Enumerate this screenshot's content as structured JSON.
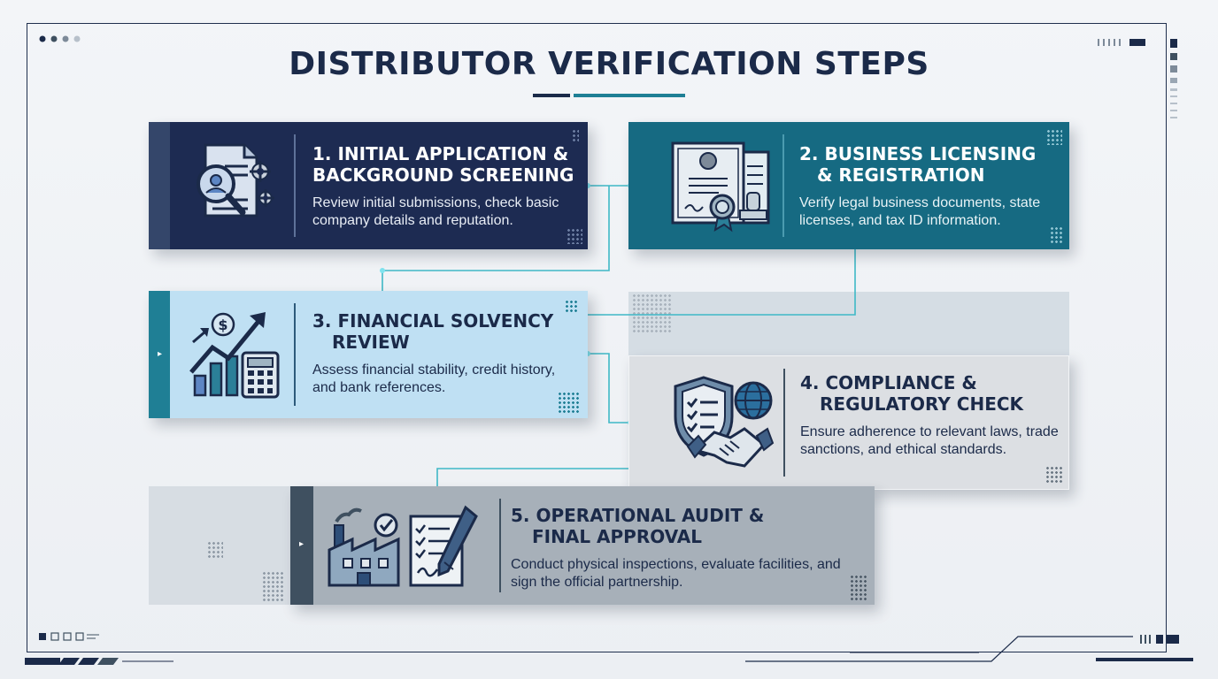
{
  "title": "DISTRIBUTOR VERIFICATION STEPS",
  "colors": {
    "navy": "#1d2b52",
    "teal": "#166a82",
    "light_blue": "#bfe0f3",
    "light_gray": "#dcdfe3",
    "gray": "#a7b0b9",
    "connector": "#3fb8c6"
  },
  "steps": [
    {
      "heading_line1": "1. INITIAL APPLICATION &",
      "heading_line2": "BACKGROUND SCREENING",
      "description": "Review initial submissions, check basic company details and reputation.",
      "icon": "document-magnifier-gear-icon"
    },
    {
      "heading_line1": "2. BUSINESS LICENSING",
      "heading_line2": "& REGISTRATION",
      "description": "Verify legal business documents, state licenses, and tax ID information.",
      "icon": "certificate-seal-icon"
    },
    {
      "heading_line1": "3. FINANCIAL SOLVENCY",
      "heading_line2": "REVIEW",
      "description": "Assess financial stability, credit history, and bank references.",
      "icon": "growth-chart-calculator-icon"
    },
    {
      "heading_line1": "4. COMPLIANCE &",
      "heading_line2": "REGULATORY CHECK",
      "description": "Ensure adherence to relevant laws, trade sanctions, and ethical standards.",
      "icon": "shield-globe-handshake-icon"
    },
    {
      "heading_line1": "5. OPERATIONAL AUDIT &",
      "heading_line2": "FINAL APPROVAL",
      "description": "Conduct physical inspections, evaluate facilities, and sign the official partnership.",
      "icon": "factory-checklist-signature-icon"
    }
  ]
}
